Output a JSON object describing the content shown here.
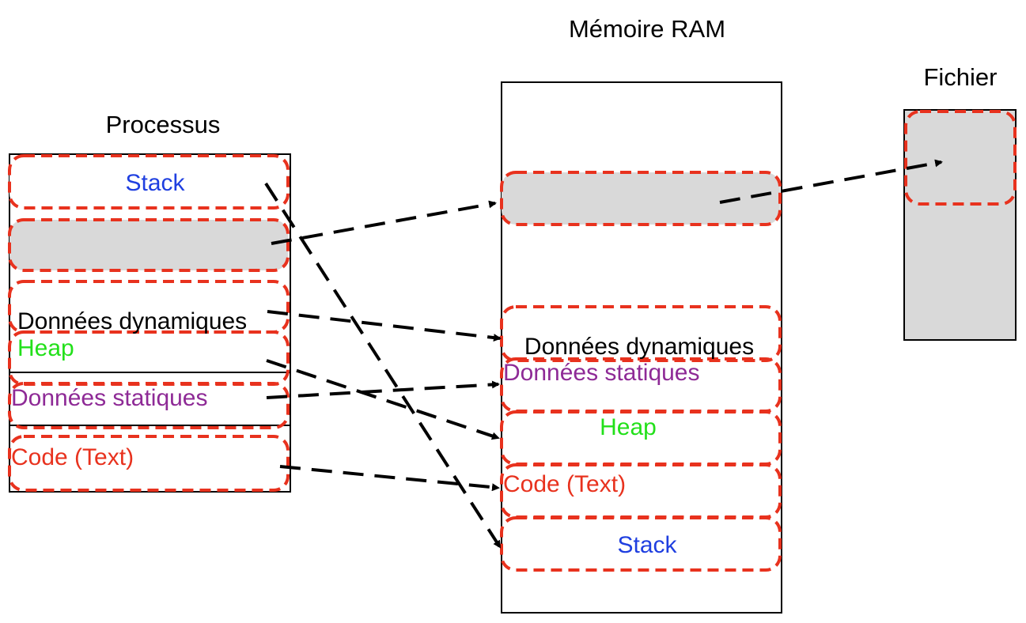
{
  "titles": {
    "processus": "Processus",
    "memoire": "Mémoire RAM",
    "fichier": "Fichier"
  },
  "processus": {
    "stack": "Stack",
    "donnees_dynamiques": "Données dynamiques",
    "heap": "Heap",
    "donnees_statiques": "Données statiques",
    "code": "Code (Text)"
  },
  "memoire": {
    "donnees_dynamiques": "Données dynamiques",
    "donnees_statiques": "Données statiques",
    "heap": "Heap",
    "code": "Code (Text)",
    "stack": "Stack"
  },
  "colors": {
    "stack": "#1f3fe0",
    "heap": "#22e01a",
    "statiques": "#8e2a96",
    "code": "#e8321e",
    "dynamiques": "#000000",
    "segment_border": "#e8321e",
    "mapped_fill": "#d9d9d9"
  }
}
